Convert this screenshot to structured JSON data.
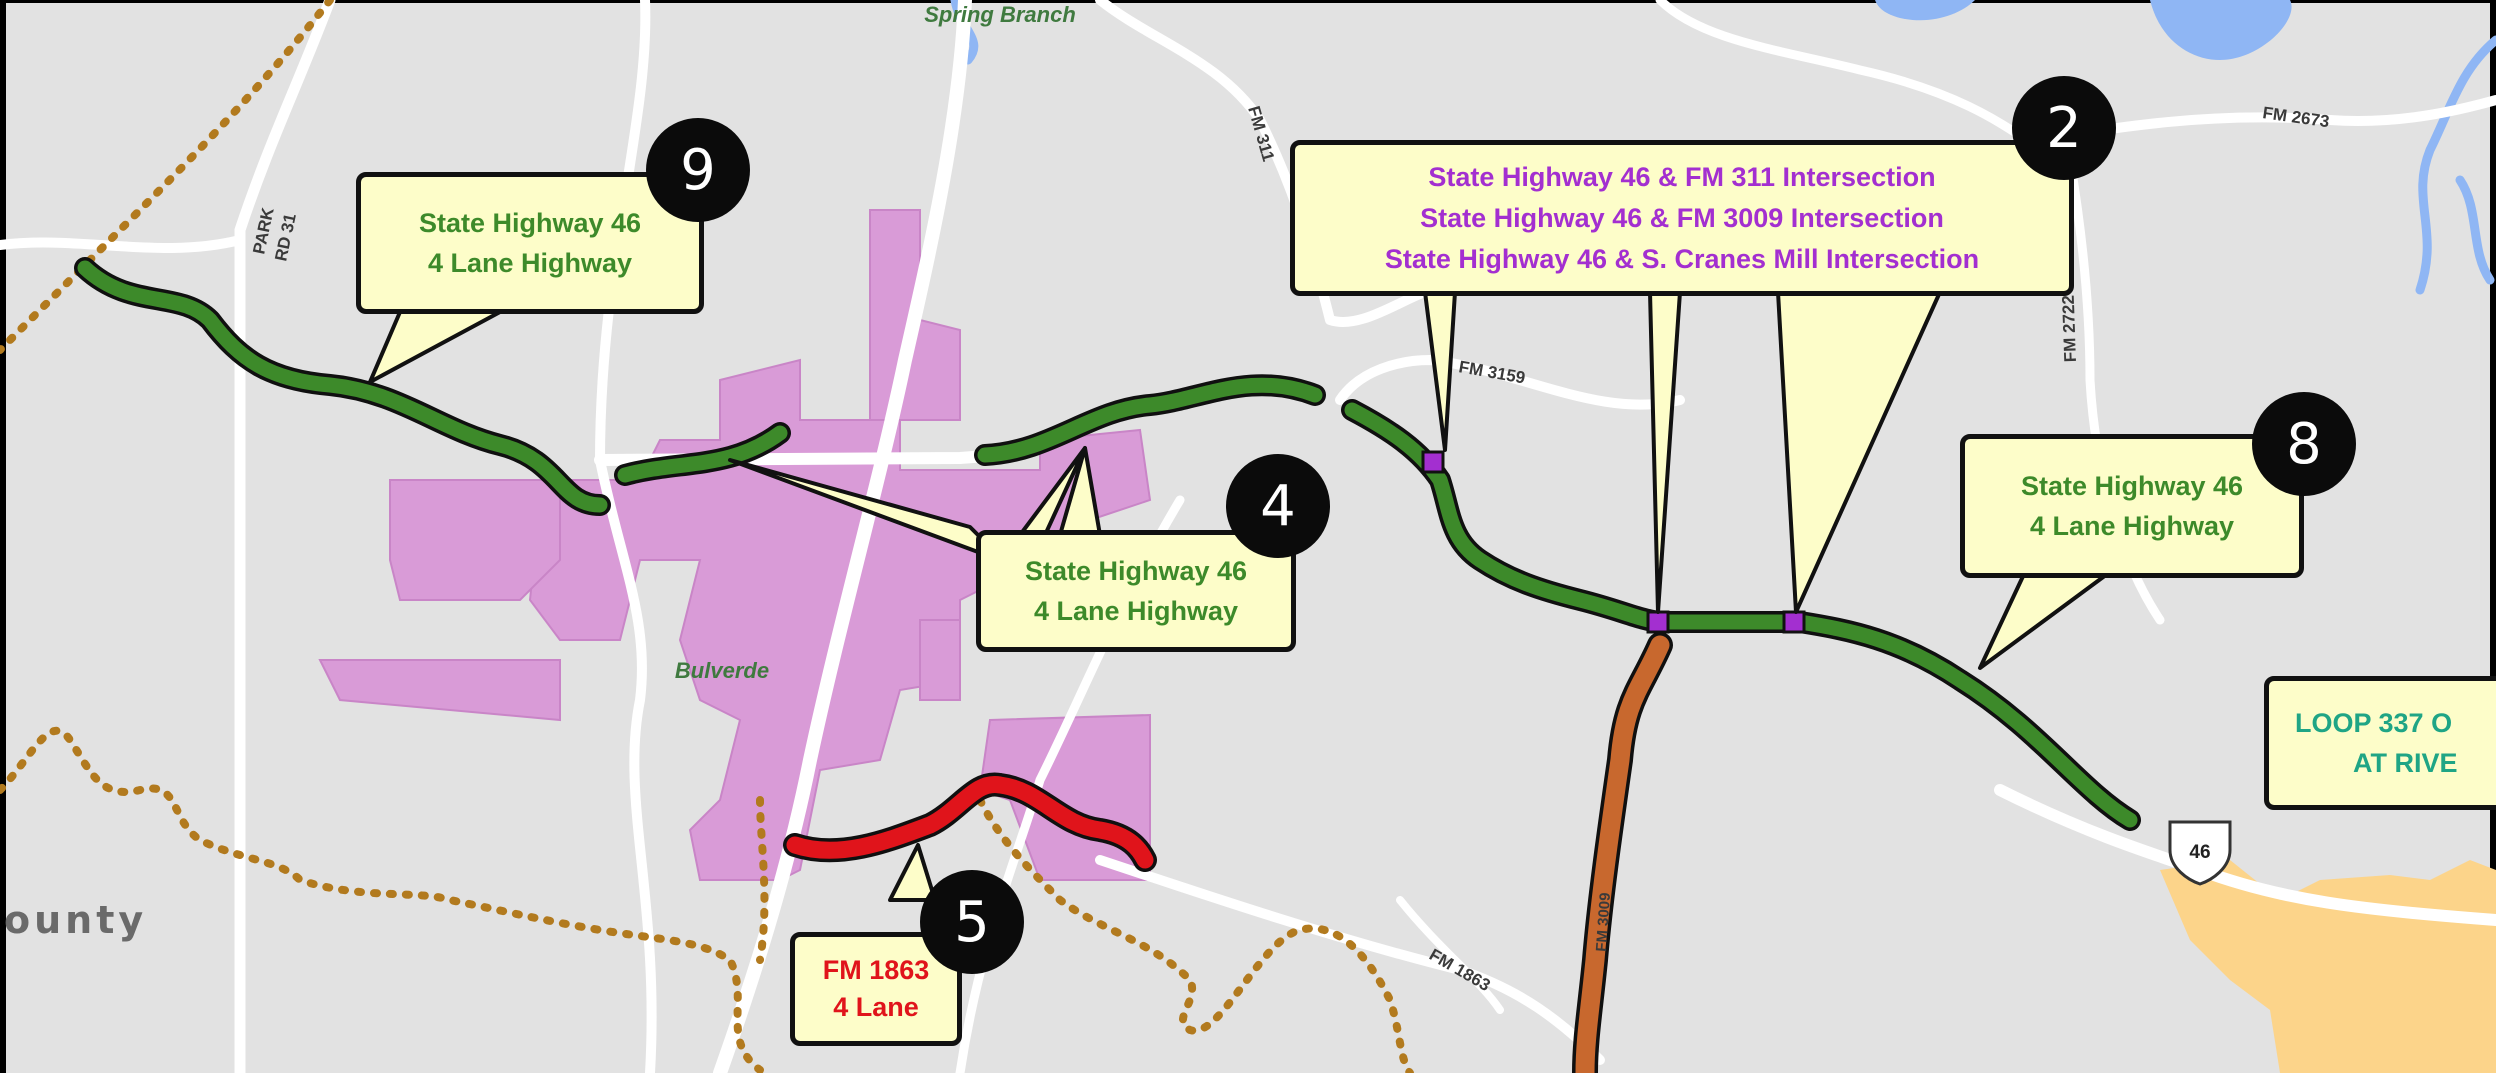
{
  "map": {
    "place_labels": {
      "spring_branch": "Spring Branch",
      "bulverde": "Bulverde",
      "county": "ounty"
    },
    "road_labels": {
      "park_rd_31_line1": "PARK",
      "park_rd_31_line2": "RD 31",
      "fm_311": "FM 311",
      "fm_3159": "FM 3159",
      "fm_2673": "FM 2673",
      "fm_2722": "FM 2722",
      "fm_1863": "FM 1863",
      "fm_3009": "FM 3009"
    },
    "shield_46": "46",
    "colors": {
      "land": "#e2e2e2",
      "road": "#ffffff",
      "city_limits": "#d99bd7",
      "water": "#8fb6f4",
      "county_line": "#b27a1e",
      "project_green": "#3d8a2a",
      "project_red": "#e0141b",
      "project_orange": "#c8682e",
      "intersection_purple": "#a32fd0",
      "urban_yellow": "#fcd48a"
    }
  },
  "callouts": {
    "p9": {
      "number": "9",
      "lines": [
        "State Highway 46",
        "4 Lane Highway"
      ]
    },
    "p2": {
      "number": "2",
      "lines": [
        "State Highway 46 & FM 311 Intersection",
        "State Highway 46 & FM 3009 Intersection",
        "State Highway 46 & S. Cranes Mill Intersection"
      ]
    },
    "p4": {
      "number": "4",
      "lines": [
        "State Highway 46",
        "4 Lane Highway"
      ]
    },
    "p8": {
      "number": "8",
      "lines": [
        "State Highway 46",
        "4 Lane Highway"
      ]
    },
    "p5": {
      "number": "5",
      "lines": [
        "FM 1863",
        "4 Lane"
      ]
    },
    "loop337": {
      "lines": [
        "LOOP 337 O",
        "AT RIVE"
      ]
    }
  }
}
